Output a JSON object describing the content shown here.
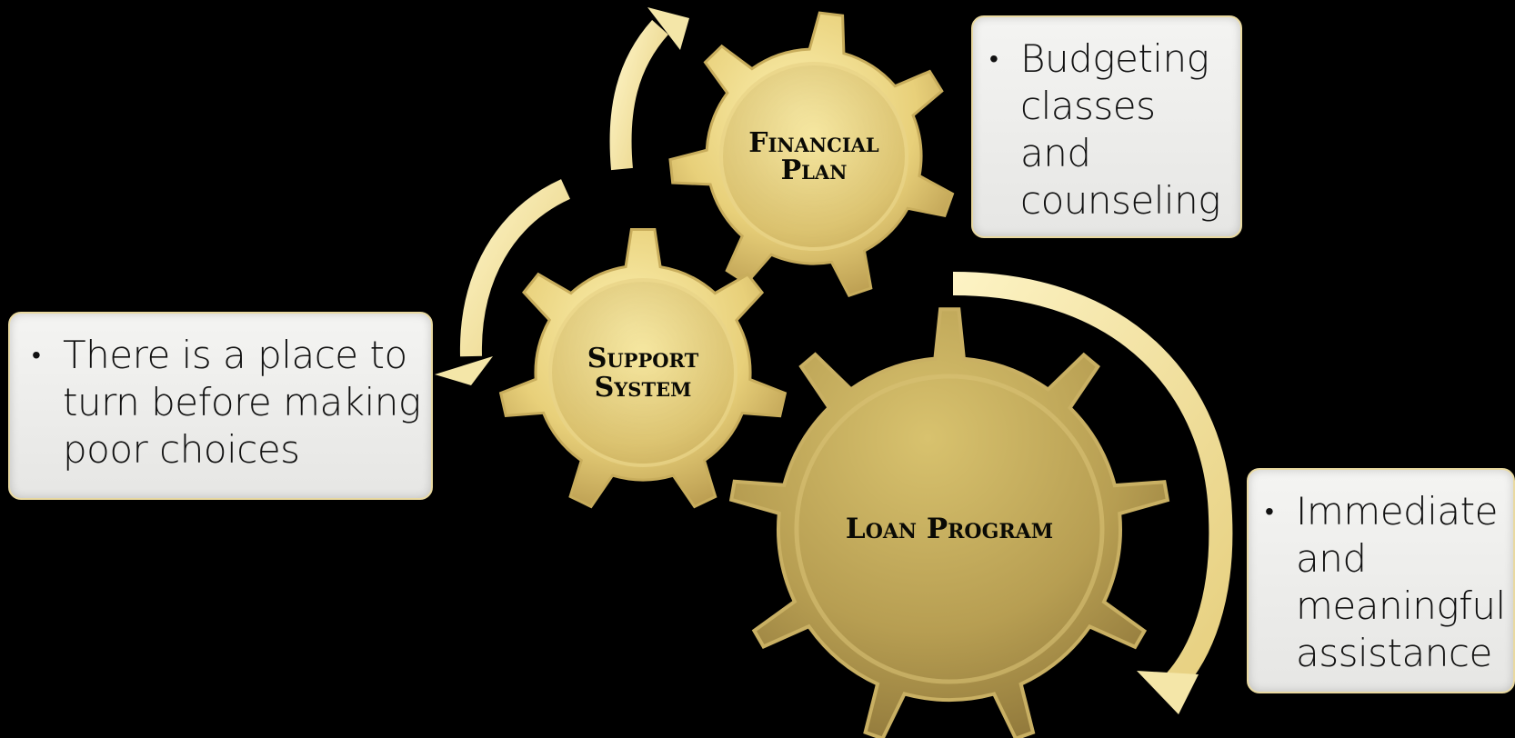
{
  "colors": {
    "background": "#000000",
    "gear_light": "#f3e39a",
    "gear_dark": "#a8904a",
    "arrow": "#f1e3a2",
    "callout_fill": "#ececea",
    "callout_border": "#e9d9a0"
  },
  "gears": {
    "financial_plan": {
      "line1": "Financial",
      "line2": "Plan"
    },
    "support_system": {
      "line1": "Support",
      "line2": "System"
    },
    "loan_program": {
      "label": "Loan Program"
    }
  },
  "callouts": {
    "financial_plan": {
      "lines": [
        "Budgeting",
        "classes",
        "and",
        "counseling"
      ]
    },
    "support_system": {
      "lines": [
        "There is a place to",
        "turn before making",
        "poor choices"
      ]
    },
    "loan_program": {
      "lines": [
        "Immediate",
        "and",
        "meaningful",
        "assistance"
      ]
    }
  },
  "arrows": [
    {
      "name": "arrow-support-to-financial",
      "icon": "curved-arrow-up-icon"
    },
    {
      "name": "arrow-financial-to-support",
      "icon": "curved-arrow-down-icon"
    },
    {
      "name": "arrow-loan-cycle",
      "icon": "curved-arrow-right-icon"
    }
  ]
}
